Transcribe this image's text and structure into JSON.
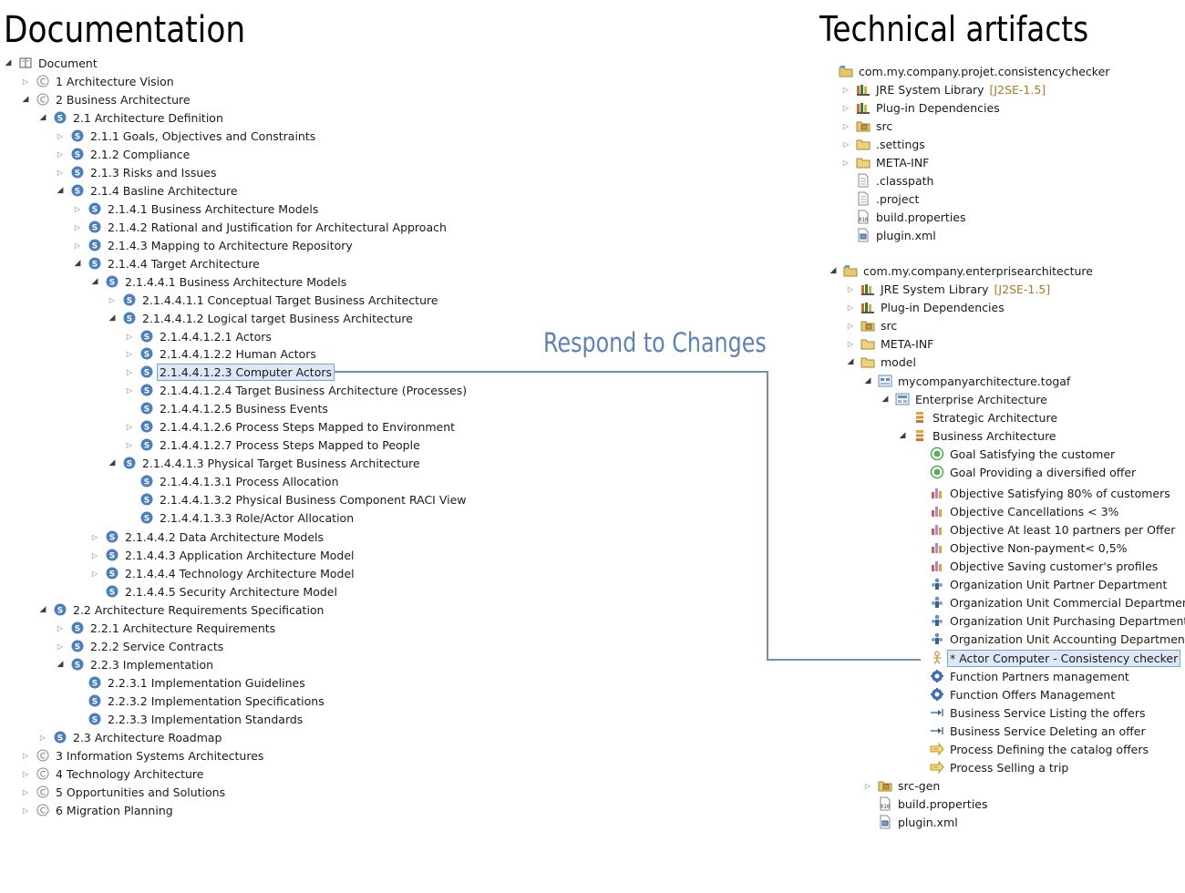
{
  "headings": {
    "documentation": "Documentation",
    "technical": "Technical artifacts",
    "respond": "Respond to Changes"
  },
  "doc_tree": [
    {
      "label": "Document",
      "depth": 0,
      "twisty": "open",
      "icon": "book-icon"
    },
    {
      "label": "1 Architecture Vision",
      "depth": 1,
      "twisty": "closed",
      "icon": "c-circle-icon"
    },
    {
      "label": "2 Business Architecture",
      "depth": 1,
      "twisty": "open",
      "icon": "c-circle-icon"
    },
    {
      "label": "2.1 Architecture Definition",
      "depth": 2,
      "twisty": "open",
      "icon": "s-section-icon"
    },
    {
      "label": "2.1.1 Goals, Objectives and Constraints",
      "depth": 3,
      "twisty": "closed",
      "icon": "s-section-icon"
    },
    {
      "label": "2.1.2 Compliance",
      "depth": 3,
      "twisty": "closed",
      "icon": "s-section-icon"
    },
    {
      "label": "2.1.3 Risks and Issues",
      "depth": 3,
      "twisty": "closed",
      "icon": "s-section-icon"
    },
    {
      "label": "2.1.4 Basline Architecture",
      "depth": 3,
      "twisty": "open",
      "icon": "s-section-icon"
    },
    {
      "label": "2.1.4.1 Business Architecture Models",
      "depth": 4,
      "twisty": "closed",
      "icon": "s-section-icon"
    },
    {
      "label": "2.1.4.2 Rational and Justification for Architectural Approach",
      "depth": 4,
      "twisty": "closed",
      "icon": "s-section-icon"
    },
    {
      "label": "2.1.4.3 Mapping to Architecture Repository",
      "depth": 4,
      "twisty": "closed",
      "icon": "s-section-icon"
    },
    {
      "label": "2.1.4.4 Target Architecture",
      "depth": 4,
      "twisty": "open",
      "icon": "s-section-icon"
    },
    {
      "label": "2.1.4.4.1 Business Architecture Models",
      "depth": 5,
      "twisty": "open",
      "icon": "s-section-icon"
    },
    {
      "label": "2.1.4.4.1.1 Conceptual Target Business Architecture",
      "depth": 6,
      "twisty": "closed",
      "icon": "s-section-icon"
    },
    {
      "label": "2.1.4.4.1.2 Logical target Business Architecture",
      "depth": 6,
      "twisty": "open",
      "icon": "s-section-icon"
    },
    {
      "label": "2.1.4.4.1.2.1 Actors",
      "depth": 7,
      "twisty": "closed",
      "icon": "s-section-icon"
    },
    {
      "label": "2.1.4.4.1.2.2 Human Actors",
      "depth": 7,
      "twisty": "closed",
      "icon": "s-section-icon"
    },
    {
      "label": "2.1.4.4.1.2.3 Computer Actors",
      "depth": 7,
      "twisty": "closed",
      "icon": "s-section-icon",
      "selected": true
    },
    {
      "label": "2.1.4.4.1.2.4 Target Business Architecture (Processes)",
      "depth": 7,
      "twisty": "closed",
      "icon": "s-section-icon"
    },
    {
      "label": "2.1.4.4.1.2.5 Business Events",
      "depth": 7,
      "twisty": "none",
      "icon": "s-section-icon"
    },
    {
      "label": "2.1.4.4.1.2.6 Process Steps Mapped to Environment",
      "depth": 7,
      "twisty": "closed",
      "icon": "s-section-icon"
    },
    {
      "label": "2.1.4.4.1.2.7 Process Steps Mapped to People",
      "depth": 7,
      "twisty": "closed",
      "icon": "s-section-icon"
    },
    {
      "label": "2.1.4.4.1.3 Physical Target Business Architecture",
      "depth": 6,
      "twisty": "open",
      "icon": "s-section-icon"
    },
    {
      "label": "2.1.4.4.1.3.1 Process Allocation",
      "depth": 7,
      "twisty": "none",
      "icon": "s-section-icon"
    },
    {
      "label": "2.1.4.4.1.3.2 Physical Business Component RACI View",
      "depth": 7,
      "twisty": "none",
      "icon": "s-section-icon"
    },
    {
      "label": "2.1.4.4.1.3.3 Role/Actor Allocation",
      "depth": 7,
      "twisty": "none",
      "icon": "s-section-icon"
    },
    {
      "label": "2.1.4.4.2 Data Architecture Models",
      "depth": 5,
      "twisty": "closed",
      "icon": "s-section-icon"
    },
    {
      "label": "2.1.4.4.3 Application Architecture Model",
      "depth": 5,
      "twisty": "closed",
      "icon": "s-section-icon"
    },
    {
      "label": "2.1.4.4.4 Technology Architecture Model",
      "depth": 5,
      "twisty": "closed",
      "icon": "s-section-icon"
    },
    {
      "label": "2.1.4.4.5 Security Architecture Model",
      "depth": 5,
      "twisty": "none",
      "icon": "s-section-icon"
    },
    {
      "label": "2.2 Architecture Requirements Specification",
      "depth": 2,
      "twisty": "open",
      "icon": "s-section-icon"
    },
    {
      "label": "2.2.1 Architecture Requirements",
      "depth": 3,
      "twisty": "closed",
      "icon": "s-section-icon"
    },
    {
      "label": "2.2.2 Service Contracts",
      "depth": 3,
      "twisty": "closed",
      "icon": "s-section-icon"
    },
    {
      "label": "2.2.3 Implementation",
      "depth": 3,
      "twisty": "open",
      "icon": "s-section-icon"
    },
    {
      "label": "2.2.3.1 Implementation Guidelines",
      "depth": 4,
      "twisty": "none",
      "icon": "s-section-icon"
    },
    {
      "label": "2.2.3.2 Implementation Specifications",
      "depth": 4,
      "twisty": "none",
      "icon": "s-section-icon"
    },
    {
      "label": "2.2.3.3 Implementation Standards",
      "depth": 4,
      "twisty": "none",
      "icon": "s-section-icon"
    },
    {
      "label": "2.3 Architecture Roadmap",
      "depth": 2,
      "twisty": "closed",
      "icon": "s-section-icon"
    },
    {
      "label": "3 Information Systems Architectures",
      "depth": 1,
      "twisty": "closed",
      "icon": "c-circle-icon"
    },
    {
      "label": "4 Technology Architecture",
      "depth": 1,
      "twisty": "closed",
      "icon": "c-circle-icon"
    },
    {
      "label": "5 Opportunities and Solutions",
      "depth": 1,
      "twisty": "closed",
      "icon": "c-circle-icon"
    },
    {
      "label": "6 Migration Planning",
      "depth": 1,
      "twisty": "closed",
      "icon": "c-circle-icon"
    }
  ],
  "tech_tree": [
    {
      "label": "com.my.company.projet.consistencychecker",
      "depth": 0,
      "twisty": "none",
      "icon": "project-icon"
    },
    {
      "label": "JRE System Library",
      "tag": "[J2SE-1.5]",
      "depth": 1,
      "twisty": "closed",
      "icon": "library-icon"
    },
    {
      "label": "Plug-in Dependencies",
      "depth": 1,
      "twisty": "closed",
      "icon": "library-icon"
    },
    {
      "label": "src",
      "depth": 1,
      "twisty": "closed",
      "icon": "package-folder-icon"
    },
    {
      "label": ".settings",
      "depth": 1,
      "twisty": "closed",
      "icon": "folder-icon"
    },
    {
      "label": "META-INF",
      "depth": 1,
      "twisty": "closed",
      "icon": "folder-icon"
    },
    {
      "label": ".classpath",
      "depth": 1,
      "twisty": "none",
      "icon": "file-icon"
    },
    {
      "label": ".project",
      "depth": 1,
      "twisty": "none",
      "icon": "file-icon"
    },
    {
      "label": "build.properties",
      "depth": 1,
      "twisty": "none",
      "icon": "properties-file-icon"
    },
    {
      "label": "plugin.xml",
      "depth": 1,
      "twisty": "none",
      "icon": "plugin-file-icon"
    },
    {
      "label": "com.my.company.enterprisearchitecture",
      "depth": 0,
      "twisty": "open",
      "icon": "project-icon"
    },
    {
      "label": "JRE System Library",
      "tag": "[J2SE-1.5]",
      "depth": 1,
      "twisty": "closed",
      "icon": "library-icon"
    },
    {
      "label": "Plug-in Dependencies",
      "depth": 1,
      "twisty": "closed",
      "icon": "library-icon"
    },
    {
      "label": "src",
      "depth": 1,
      "twisty": "closed",
      "icon": "package-folder-icon"
    },
    {
      "label": "META-INF",
      "depth": 1,
      "twisty": "closed",
      "icon": "folder-icon"
    },
    {
      "label": "model",
      "depth": 1,
      "twisty": "open",
      "icon": "folder-icon"
    },
    {
      "label": "mycompanyarchitecture.togaf",
      "depth": 2,
      "twisty": "open",
      "icon": "togaf-file-icon"
    },
    {
      "label": "Enterprise Architecture",
      "depth": 3,
      "twisty": "open",
      "icon": "enterprise-architecture-icon"
    },
    {
      "label": "Strategic Architecture",
      "depth": 4,
      "twisty": "none",
      "icon": "architecture-layer-icon"
    },
    {
      "label": "Business Architecture",
      "depth": 4,
      "twisty": "open",
      "icon": "architecture-layer-icon"
    },
    {
      "label": "Goal Satisfying the customer",
      "depth": 5,
      "twisty": "none",
      "icon": "goal-icon"
    },
    {
      "label": "Goal Providing a diversified offer",
      "depth": 5,
      "twisty": "none",
      "icon": "goal-icon"
    },
    {
      "label": "Objective Satisfying 80% of customers",
      "depth": 5,
      "twisty": "none",
      "icon": "objective-icon"
    },
    {
      "label": "Objective Cancellations < 3%",
      "depth": 5,
      "twisty": "none",
      "icon": "objective-icon"
    },
    {
      "label": "Objective At least 10 partners per Offer",
      "depth": 5,
      "twisty": "none",
      "icon": "objective-icon"
    },
    {
      "label": "Objective Non-payment< 0,5%",
      "depth": 5,
      "twisty": "none",
      "icon": "objective-icon"
    },
    {
      "label": "Objective Saving customer's profiles",
      "depth": 5,
      "twisty": "none",
      "icon": "objective-icon"
    },
    {
      "label": "Organization Unit Partner Department",
      "depth": 5,
      "twisty": "none",
      "icon": "organization-unit-icon"
    },
    {
      "label": "Organization Unit Commercial Department",
      "depth": 5,
      "twisty": "none",
      "icon": "organization-unit-icon"
    },
    {
      "label": "Organization Unit Purchasing Department",
      "depth": 5,
      "twisty": "none",
      "icon": "organization-unit-icon"
    },
    {
      "label": "Organization Unit Accounting Department",
      "depth": 5,
      "twisty": "none",
      "icon": "organization-unit-icon"
    },
    {
      "label": "* Actor Computer - Consistency checker",
      "depth": 5,
      "twisty": "none",
      "icon": "actor-icon",
      "selected": true
    },
    {
      "label": "Function Partners management",
      "depth": 5,
      "twisty": "none",
      "icon": "function-icon"
    },
    {
      "label": "Function Offers Management",
      "depth": 5,
      "twisty": "none",
      "icon": "function-icon"
    },
    {
      "label": "Business Service Listing the offers",
      "depth": 5,
      "twisty": "none",
      "icon": "business-service-icon"
    },
    {
      "label": "Business Service Deleting an offer",
      "depth": 5,
      "twisty": "none",
      "icon": "business-service-icon"
    },
    {
      "label": "Process Defining the catalog offers",
      "depth": 5,
      "twisty": "none",
      "icon": "process-icon"
    },
    {
      "label": "Process Selling a trip",
      "depth": 5,
      "twisty": "none",
      "icon": "process-icon"
    },
    {
      "label": "src-gen",
      "depth": 2,
      "twisty": "closed",
      "icon": "package-folder-icon"
    },
    {
      "label": "build.properties",
      "depth": 2,
      "twisty": "none",
      "icon": "properties-file-icon"
    },
    {
      "label": "plugin.xml",
      "depth": 2,
      "twisty": "none",
      "icon": "plugin-file-icon"
    }
  ],
  "colors": {
    "accent": "#5b83b5",
    "connector": "#6f8fb5",
    "section_icon": "#4a7fc1",
    "library_tag": "#b07a1e",
    "selection_bg": "#dde8f6",
    "selection_border": "#7ea3d3"
  }
}
